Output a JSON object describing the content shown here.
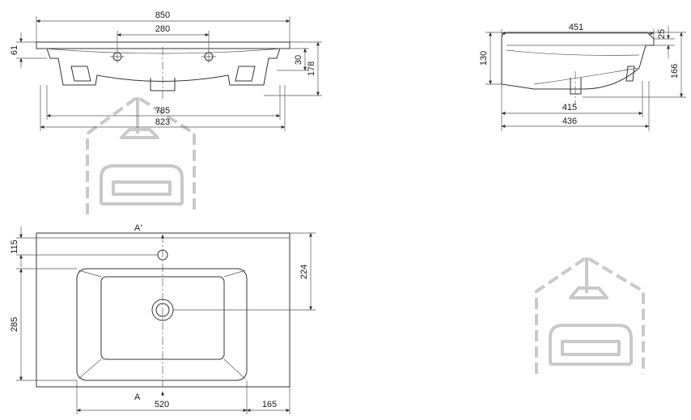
{
  "front_view": {
    "dims": {
      "overall_width": "850",
      "tap_spacing": "280",
      "inner_width": "785",
      "base_width": "823",
      "top_thickness": "61",
      "rim_depth": "30",
      "total_height": "178"
    }
  },
  "side_view": {
    "dims": {
      "top_depth": "451",
      "bottom_depth": "415",
      "base_depth": "436",
      "front_edge": "25",
      "body_height": "130",
      "total_height": "166"
    }
  },
  "top_view": {
    "labels": {
      "section_top": "A'",
      "section_bottom": "A"
    },
    "dims": {
      "tap_offset": "115",
      "drain_offset": "224",
      "bowl_depth": "285",
      "bowl_width": "520",
      "right_margin": "165"
    }
  },
  "colors": {
    "line": "#333333",
    "watermark": "#c9c9c9"
  },
  "icons": {
    "watermark": "house-sofa-watermark-icon"
  }
}
